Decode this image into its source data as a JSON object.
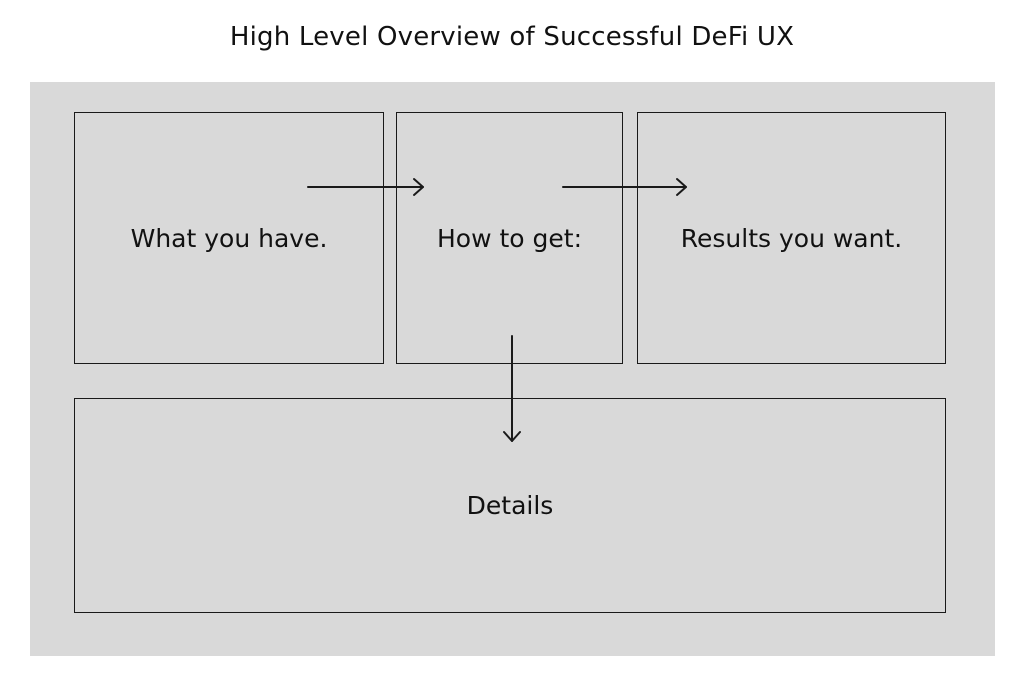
{
  "title": "High Level Overview of Successful DeFi UX",
  "boxes": {
    "have": "What you have.",
    "how": "How to get:",
    "want": "Results you want.",
    "details": "Details"
  },
  "colors": {
    "background": "#d9d9d9",
    "stroke": "#1a1a1a"
  }
}
